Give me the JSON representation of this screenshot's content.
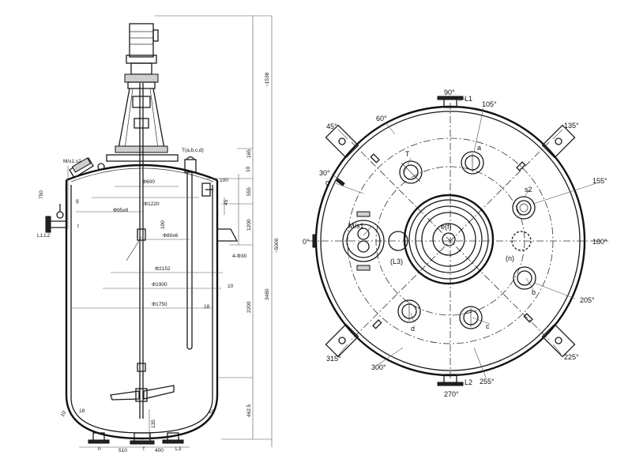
{
  "elevation": {
    "labels": {
      "ms1s2": "M/s1.s2",
      "tabcd": "T(a,b,c,d)",
      "l1l2": "L1.L2",
      "t": "t",
      "g": "g",
      "n": "n",
      "f": "f",
      "l3": "L3",
      "pipe_tag": "4-Φ30"
    },
    "horizontal_dims": [
      "Φ600",
      "Φ1220",
      "Φ95x8",
      "Φ80x6",
      "Φ2152",
      "Φ1900",
      "Φ1750"
    ],
    "right_dims": [
      "~1538",
      "165",
      "555",
      "1200",
      "2200",
      "3480",
      "462.5",
      "~5000"
    ],
    "small_dims": [
      "750",
      "100",
      "45",
      "100",
      "10",
      "10",
      "18",
      "10",
      "135",
      "18",
      "10"
    ],
    "bottom_dims": [
      "510",
      "400"
    ],
    "overall_height": "~5000"
  },
  "plan": {
    "angles": [
      "90°",
      "105°",
      "60°",
      "45°",
      "135°",
      "30°",
      "155°",
      "0°",
      "180°",
      "205°",
      "315°",
      "225°",
      "300°",
      "255°",
      "270°"
    ],
    "nozzles": [
      "L1",
      "a",
      "T",
      "s2",
      "g",
      "M/s1",
      "e(f)",
      "(L3)",
      "(n)",
      "b",
      "d",
      "c",
      "L2"
    ]
  }
}
